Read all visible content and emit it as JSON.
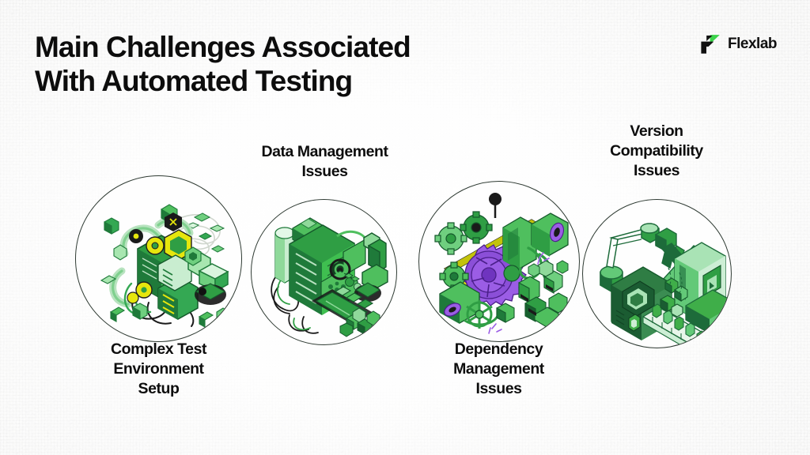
{
  "slide": {
    "title": "Main Challenges Associated\nWith Automated Testing",
    "background_color": "#fcfcfb",
    "accent_color": "#3fae49",
    "text_color": "#0d0d0d",
    "circle_stroke_color": "#2f3b33"
  },
  "brand": {
    "name": "Flexlab",
    "mark_name": "flexlab-logo-mark",
    "mark_dark_color": "#111111",
    "mark_accent_color": "#3bd34b"
  },
  "items": [
    {
      "id": "complex-test-environment-setup",
      "label": "Complex Test\nEnvironment\nSetup",
      "label_position": "below",
      "illustration_name": "tangled-machinery-robot-arm-illustration",
      "palette": [
        "#1f7a3a",
        "#34a853",
        "#6fcf7f",
        "#a8e6b0",
        "#d9f5dd",
        "#e6e60d",
        "#1a1a1a"
      ]
    },
    {
      "id": "data-management-issues",
      "label": "Data Management\nIssues",
      "label_position": "above",
      "illustration_name": "server-rack-robot-arm-illustration",
      "palette": [
        "#1f7a3a",
        "#2f9e44",
        "#4fbf5e",
        "#8fd99a",
        "#c9edd0",
        "#1a1a1a"
      ]
    },
    {
      "id": "dependency-management-issues",
      "label": "Dependency\nManagement\nIssues",
      "label_position": "below",
      "illustration_name": "interlocking-gears-conveyor-illustration",
      "palette": [
        "#3fbf4f",
        "#1f7a3a",
        "#9b5de5",
        "#7b3fd4",
        "#e6e60d",
        "#1a1a1a"
      ]
    },
    {
      "id": "version-compatibility-issues",
      "label": "Version\nCompatibility\nIssues",
      "label_position": "above",
      "illustration_name": "robot-arm-kiosk-conveyor-illustration",
      "palette": [
        "#1d6b3a",
        "#2f9e44",
        "#63c978",
        "#a9e3b5",
        "#d5f0da",
        "#1a1a1a"
      ]
    }
  ]
}
